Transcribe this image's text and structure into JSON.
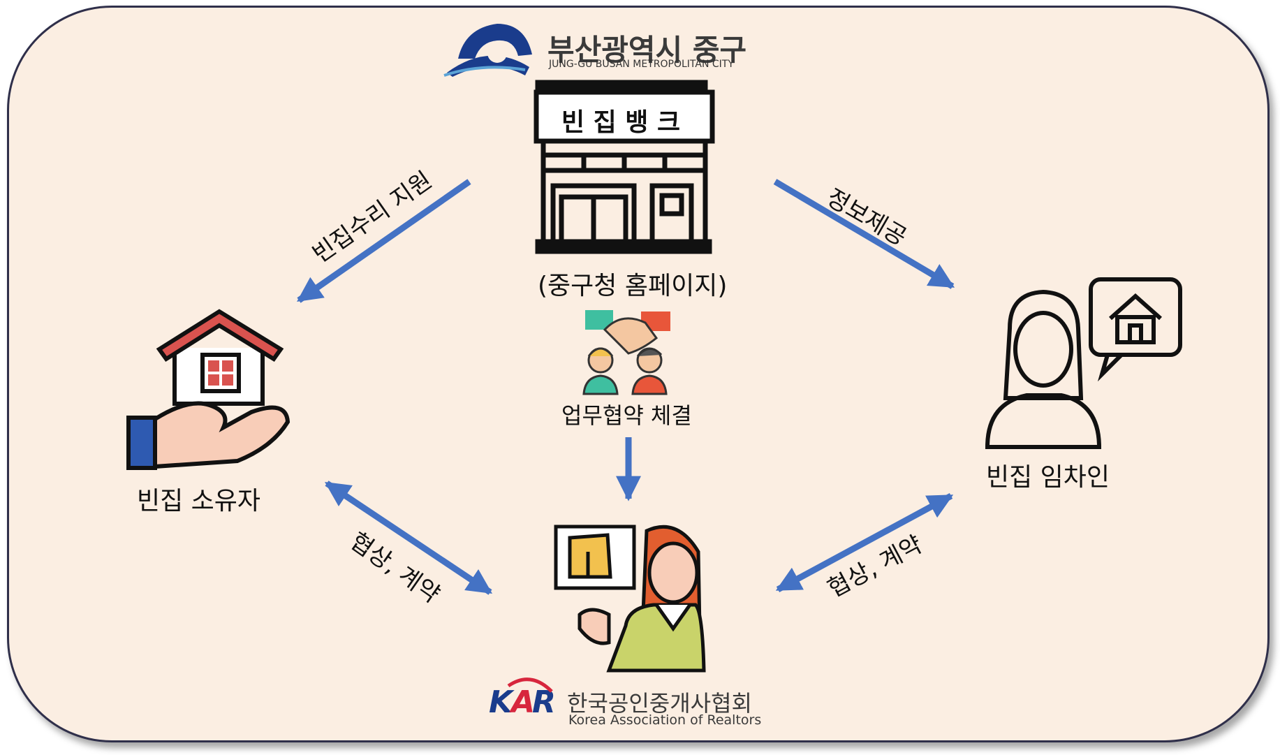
{
  "header": {
    "logo_title": "부산광역시 중구",
    "logo_subtitle": "JUNG-GU BUSAN METROPOLITAN CITY"
  },
  "center": {
    "sign_text": "빈 집 뱅 크",
    "caption": "(중구청 홈페이지)",
    "agreement": "업무협약 체결"
  },
  "nodes": {
    "owner": "빈집 소유자",
    "tenant": "빈집 임차인"
  },
  "edges": {
    "repair_support": "빈집수리 지원",
    "info_provision": "정보제공",
    "negotiate_owner": "협상, 계약",
    "negotiate_tenant": "협상, 계약"
  },
  "footer": {
    "logo_mark": "KAR",
    "logo_title": "한국공인중개사협회",
    "logo_subtitle": "Korea Association of Realtors"
  },
  "colors": {
    "background": "#fbeee2",
    "arrow": "#4472c4",
    "roof": "#d9534f",
    "jacket": "#c9d36a",
    "hair": "#e25e2f"
  }
}
